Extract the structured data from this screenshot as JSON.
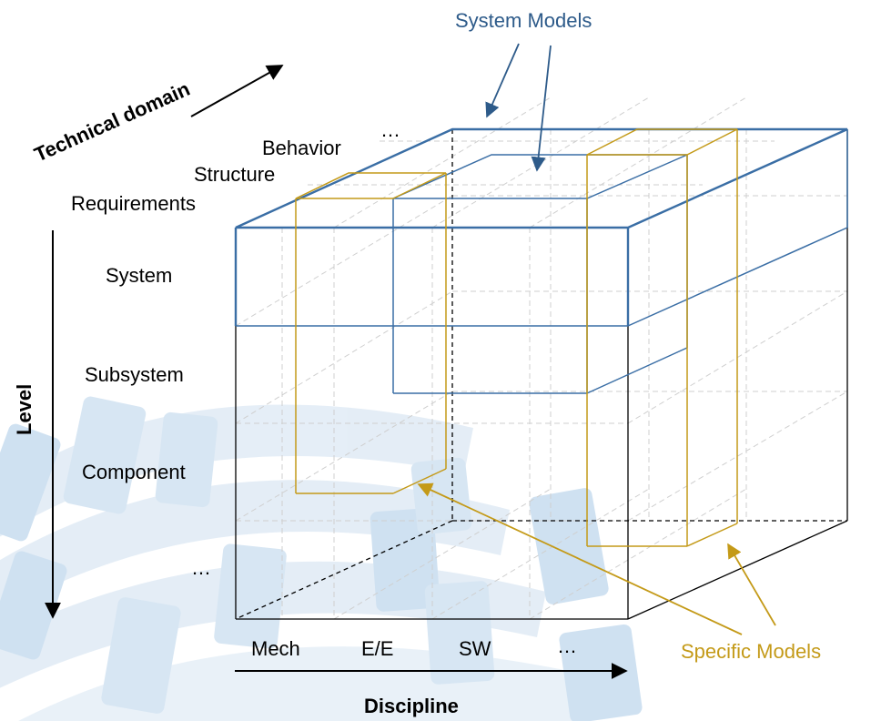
{
  "colors": {
    "system_models": "#2e5b8a",
    "specific_models": "#c49a18",
    "background_watermark": "#b9d3ea"
  },
  "callouts": {
    "system_models": "System Models",
    "specific_models": "Specific Models"
  },
  "axes": {
    "technical_domain": {
      "title": "Technical domain",
      "items": [
        "Requirements",
        "Structure",
        "Behavior",
        "…"
      ]
    },
    "level": {
      "title": "Level",
      "items": [
        "System",
        "Subsystem",
        "Component",
        "…"
      ]
    },
    "discipline": {
      "title": "Discipline",
      "items": [
        "Mech",
        "E/E",
        "SW",
        "…"
      ]
    }
  }
}
